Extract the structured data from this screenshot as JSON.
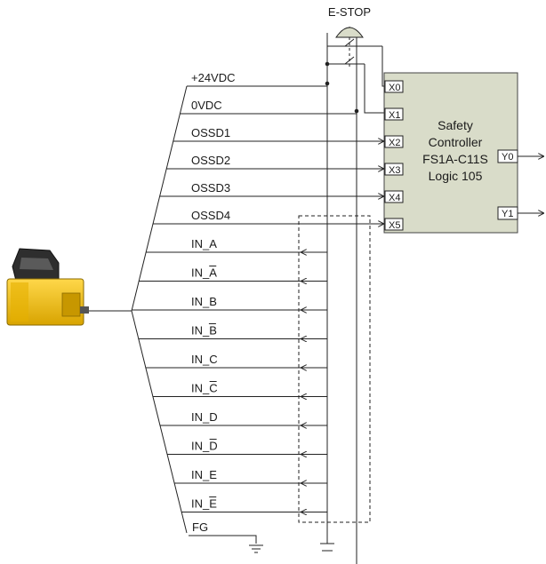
{
  "estop": {
    "label": "E-STOP"
  },
  "controller": {
    "lines": [
      "Safety",
      "Controller",
      "FS1A-C11S",
      "Logic 105"
    ],
    "inputs": [
      "X0",
      "X1",
      "X2",
      "X3",
      "X4",
      "X5"
    ],
    "outputs": [
      "Y0",
      "Y1"
    ],
    "fill": "#d9dcc9"
  },
  "power": [
    "+24VDC",
    "0VDC"
  ],
  "ossd": [
    "OSSD1",
    "OSSD2",
    "OSSD3",
    "OSSD4"
  ],
  "inputs": [
    {
      "name": "IN_A",
      "overbar": false
    },
    {
      "name": "IN_A",
      "overbar": true
    },
    {
      "name": "IN_B",
      "overbar": false
    },
    {
      "name": "IN_B",
      "overbar": true
    },
    {
      "name": "IN_C",
      "overbar": false
    },
    {
      "name": "IN_C",
      "overbar": true
    },
    {
      "name": "IN_D",
      "overbar": false
    },
    {
      "name": "IN_D",
      "overbar": true
    },
    {
      "name": "IN_E",
      "overbar": false
    },
    {
      "name": "IN_E",
      "overbar": true
    }
  ],
  "ground": {
    "label": "FG"
  },
  "scanner": {
    "body_color": "#f2c314",
    "head_color": "#3a3a3a"
  }
}
